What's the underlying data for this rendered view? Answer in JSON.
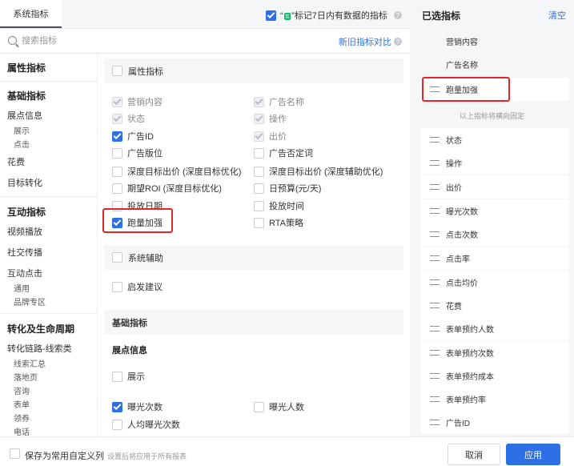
{
  "header": {
    "tab_label": "系统指标",
    "mark_prefix": "“",
    "mark_badge": "tt",
    "mark_suffix": "”标记7日内有数据的指标",
    "mark_help": "?"
  },
  "search": {
    "placeholder": "搜索指标",
    "compare_link": "新旧指标对比",
    "compare_help": "?"
  },
  "left_nav": {
    "attr": "属性指标",
    "basic": "基础指标",
    "exposure": "展点信息",
    "show": "展示",
    "click": "点击",
    "cost": "花费",
    "target_conv": "目标转化",
    "interaction": "互动指标",
    "video_play": "视频播放",
    "social": "社交传播",
    "interact_click": "互动点击",
    "general": "通用",
    "brand_zone": "品牌专区",
    "conv_lifecycle": "转化及生命周期",
    "conv_chain": "转化链路-线索类",
    "lead_summary": "线索汇总",
    "landing_page": "落地页",
    "consult": "咨询",
    "form": "表单",
    "coupon": "领券",
    "phone": "电话"
  },
  "center": {
    "attr_section": "属性指标",
    "attr_items": {
      "marketing_content": "营销内容",
      "ad_name": "广告名称",
      "status": "状态",
      "operation": "操作",
      "ad_id": "广告ID",
      "bid": "出价",
      "ad_position": "广告版位",
      "ad_negative_word": "广告否定词",
      "deep_bid": "深度目标出价 (深度目标优化)",
      "deep_bid_assist": "深度目标出价 (深度辅助优化)",
      "expected_roi": "期望ROI (深度目标优化)",
      "daily_budget": "日预算(元/天)",
      "start_date": "投放日期",
      "delivery_time": "投放时间",
      "boost": "跑量加强",
      "rta": "RTA策略"
    },
    "sys_assist_section": "系统辅助",
    "inspiration": "启发建议",
    "basic_section": "基础指标",
    "exposure_sub": "展点信息",
    "show": "展示",
    "impressions": "曝光次数",
    "impression_users": "曝光人数",
    "avg_impressions": "人均曝光次数"
  },
  "right_panel": {
    "title": "已选指标",
    "clear": "清空",
    "fixed_items": [
      "营销内容",
      "广告名称"
    ],
    "boost_item": "跑量加强",
    "fixed_note": "以上指标将横向固定",
    "items": [
      "状态",
      "操作",
      "出价",
      "曝光次数",
      "点击次数",
      "点击率",
      "点击均价",
      "花费",
      "表单预约人数",
      "表单预约次数",
      "表单预约成本",
      "表单预约率",
      "广告ID"
    ]
  },
  "footer": {
    "save_label": "保存为常用自定义列",
    "save_hint": "设置后将应用于所有报表",
    "cancel": "取消",
    "apply": "应用"
  },
  "colors": {
    "accent": "#2d6fe5",
    "highlight_box": "#e0262b",
    "badge": "#13b866"
  }
}
